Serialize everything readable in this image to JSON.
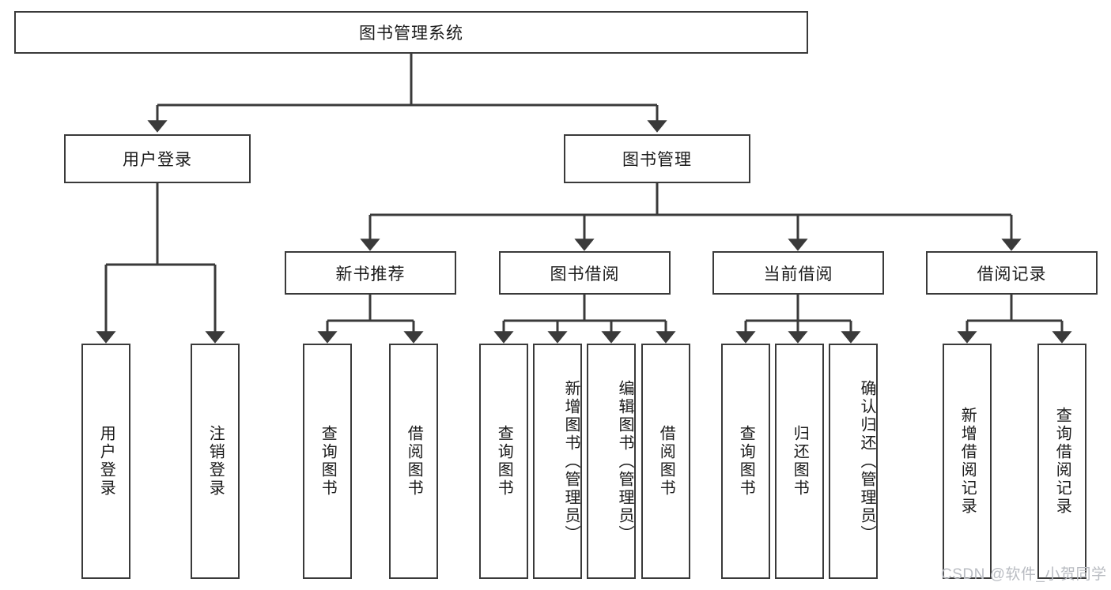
{
  "diagram": {
    "title": "图书管理系统",
    "watermark": "CSDN @软件_小贺同学",
    "line_color": "#3a3a3a",
    "box_fill": "#ffffff",
    "text_color": "#1a1a1a",
    "watermark_color": "#b9bcc2",
    "nodes": {
      "root": {
        "label": "图书管理系统"
      },
      "level1": [
        {
          "label": "用户登录"
        },
        {
          "label": "图书管理"
        }
      ],
      "level2": [
        {
          "label": "新书推荐"
        },
        {
          "label": "图书借阅"
        },
        {
          "label": "当前借阅"
        },
        {
          "label": "借阅记录"
        }
      ],
      "leaves_user_login": [
        {
          "label": "用户登录"
        },
        {
          "label": "注销登录"
        }
      ],
      "leaves_new_books": [
        {
          "label": "查询图书"
        },
        {
          "label": "借阅图书"
        }
      ],
      "leaves_borrow": [
        {
          "label": "查询图书"
        },
        {
          "label": "新增图书（管理员）"
        },
        {
          "label": "编辑图书（管理员）"
        },
        {
          "label": "借阅图书"
        }
      ],
      "leaves_current": [
        {
          "label": "查询图书"
        },
        {
          "label": "归还图书"
        },
        {
          "label": "确认归还（管理员）"
        }
      ],
      "leaves_records": [
        {
          "label": "新增借阅记录"
        },
        {
          "label": "查询借阅记录"
        }
      ]
    }
  }
}
